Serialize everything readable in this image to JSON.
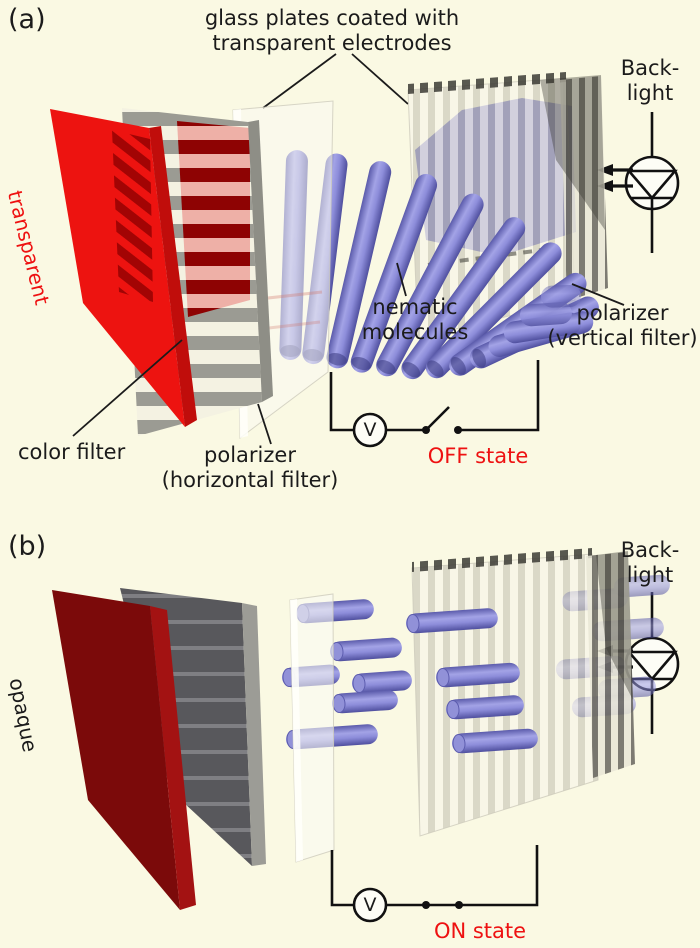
{
  "figure": {
    "panel_a": {
      "tag": "(a)",
      "glass_plates_label": [
        "glass plates coated with",
        "transparent electrodes"
      ],
      "backlight_label": [
        "Back-",
        "light"
      ],
      "filter_state_label": "transparent",
      "nematic_label": [
        "nematic",
        "molecules"
      ],
      "right_polarizer_label": [
        "polarizer",
        "(vertical filter)"
      ],
      "color_filter_label": "color filter",
      "left_polarizer_label": [
        "polarizer",
        "(horizontal filter)"
      ],
      "voltmeter_label": "V",
      "state_label": "OFF state"
    },
    "panel_b": {
      "tag": "(b)",
      "backlight_label": [
        "Back-",
        "light"
      ],
      "filter_state_label": "opaque",
      "voltmeter_label": "V",
      "state_label": "ON state"
    },
    "colors": {
      "background": "#faf9e3",
      "ink": "#1b1b1b",
      "accent_red": "#ee1111",
      "red_filter": "#ed1310",
      "dark_red_filter": "#7b0a0a",
      "molecule_blue": "#7e7ed2",
      "polarizer_gray": "#9c9c94",
      "dark_polarizer_gray": "#58585c"
    }
  }
}
